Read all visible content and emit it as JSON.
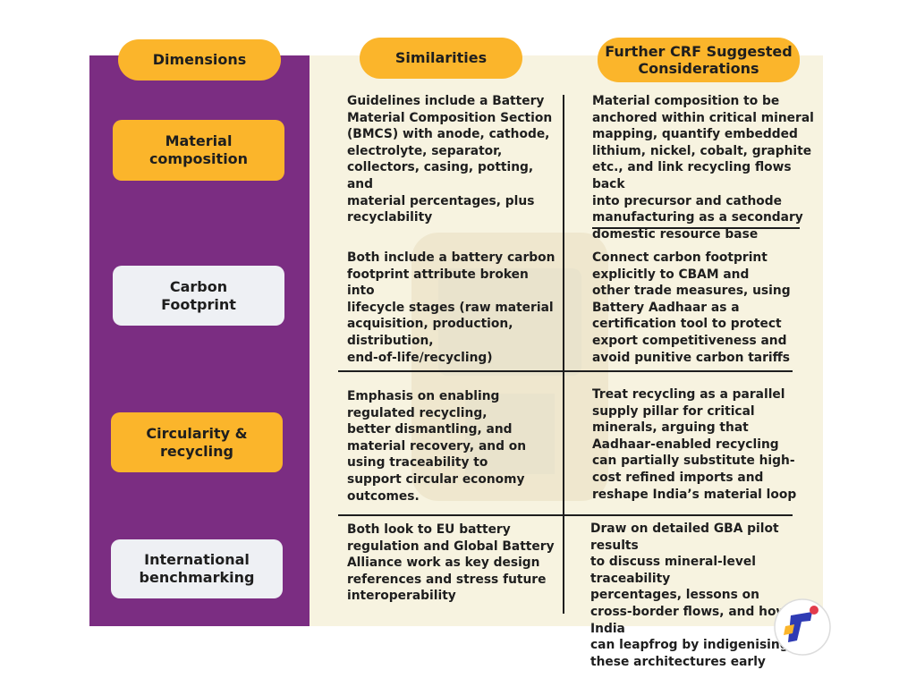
{
  "headers": {
    "dimensions": "Dimensions",
    "similarities": "Similarities",
    "further": "Further CRF Suggested\nConsiderations"
  },
  "rows": [
    {
      "dimension": "Material\ncomposition",
      "similarity": "Guidelines include a Battery\nMaterial Composition Section\n(BMCS) with anode, cathode,\nelectrolyte, separator,\ncollectors, casing, potting, and\nmaterial percentages, plus\nrecyclability",
      "consideration": "Material composition to be\nanchored within critical mineral\nmapping, quantify embedded\nlithium, nickel, cobalt, graphite\netc., and link recycling flows back\ninto precursor and cathode\nmanufacturing as a secondary\ndomestic resource base"
    },
    {
      "dimension": "Carbon\nFootprint",
      "similarity": "Both include a battery carbon\nfootprint attribute broken into\nlifecycle stages (raw material\nacquisition, production,\ndistribution,\nend-of-life/recycling)",
      "consideration": "Connect carbon footprint\nexplicitly to CBAM and\nother trade measures, using\nBattery Aadhaar as a\ncertification tool to protect\nexport competitiveness and\navoid punitive carbon tariffs"
    },
    {
      "dimension": "Circularity &\nrecycling",
      "similarity": "Emphasis on enabling\nregulated recycling,\nbetter dismantling, and\nmaterial recovery, and on\nusing traceability to\nsupport circular economy\noutcomes.",
      "consideration": "Treat recycling as a parallel\nsupply pillar for critical\nminerals, arguing that\nAadhaar-enabled recycling\ncan partially substitute high-\ncost refined imports and\nreshape India’s material loop"
    },
    {
      "dimension": "International\nbenchmarking",
      "similarity": "Both look to EU battery\nregulation and Global Battery\nAlliance work as key design\nreferences and stress future\ninteroperability",
      "consideration": "Draw on detailed GBA pilot results\nto discuss mineral-level traceability\npercentages, lessons on\ncross-border flows, and how India\ncan leapfrog by indigenising\nthese architectures early"
    }
  ],
  "colors": {
    "sidebar": "#7b2d82",
    "accent_yellow": "#fbb52b",
    "pill_light": "#eef0f4",
    "panel": "#f7f3e0",
    "logo_blue": "#2f3bb4"
  },
  "icons": {
    "logo": "brand-logo-icon",
    "watermark": "battery-passport-watermark-icon"
  }
}
